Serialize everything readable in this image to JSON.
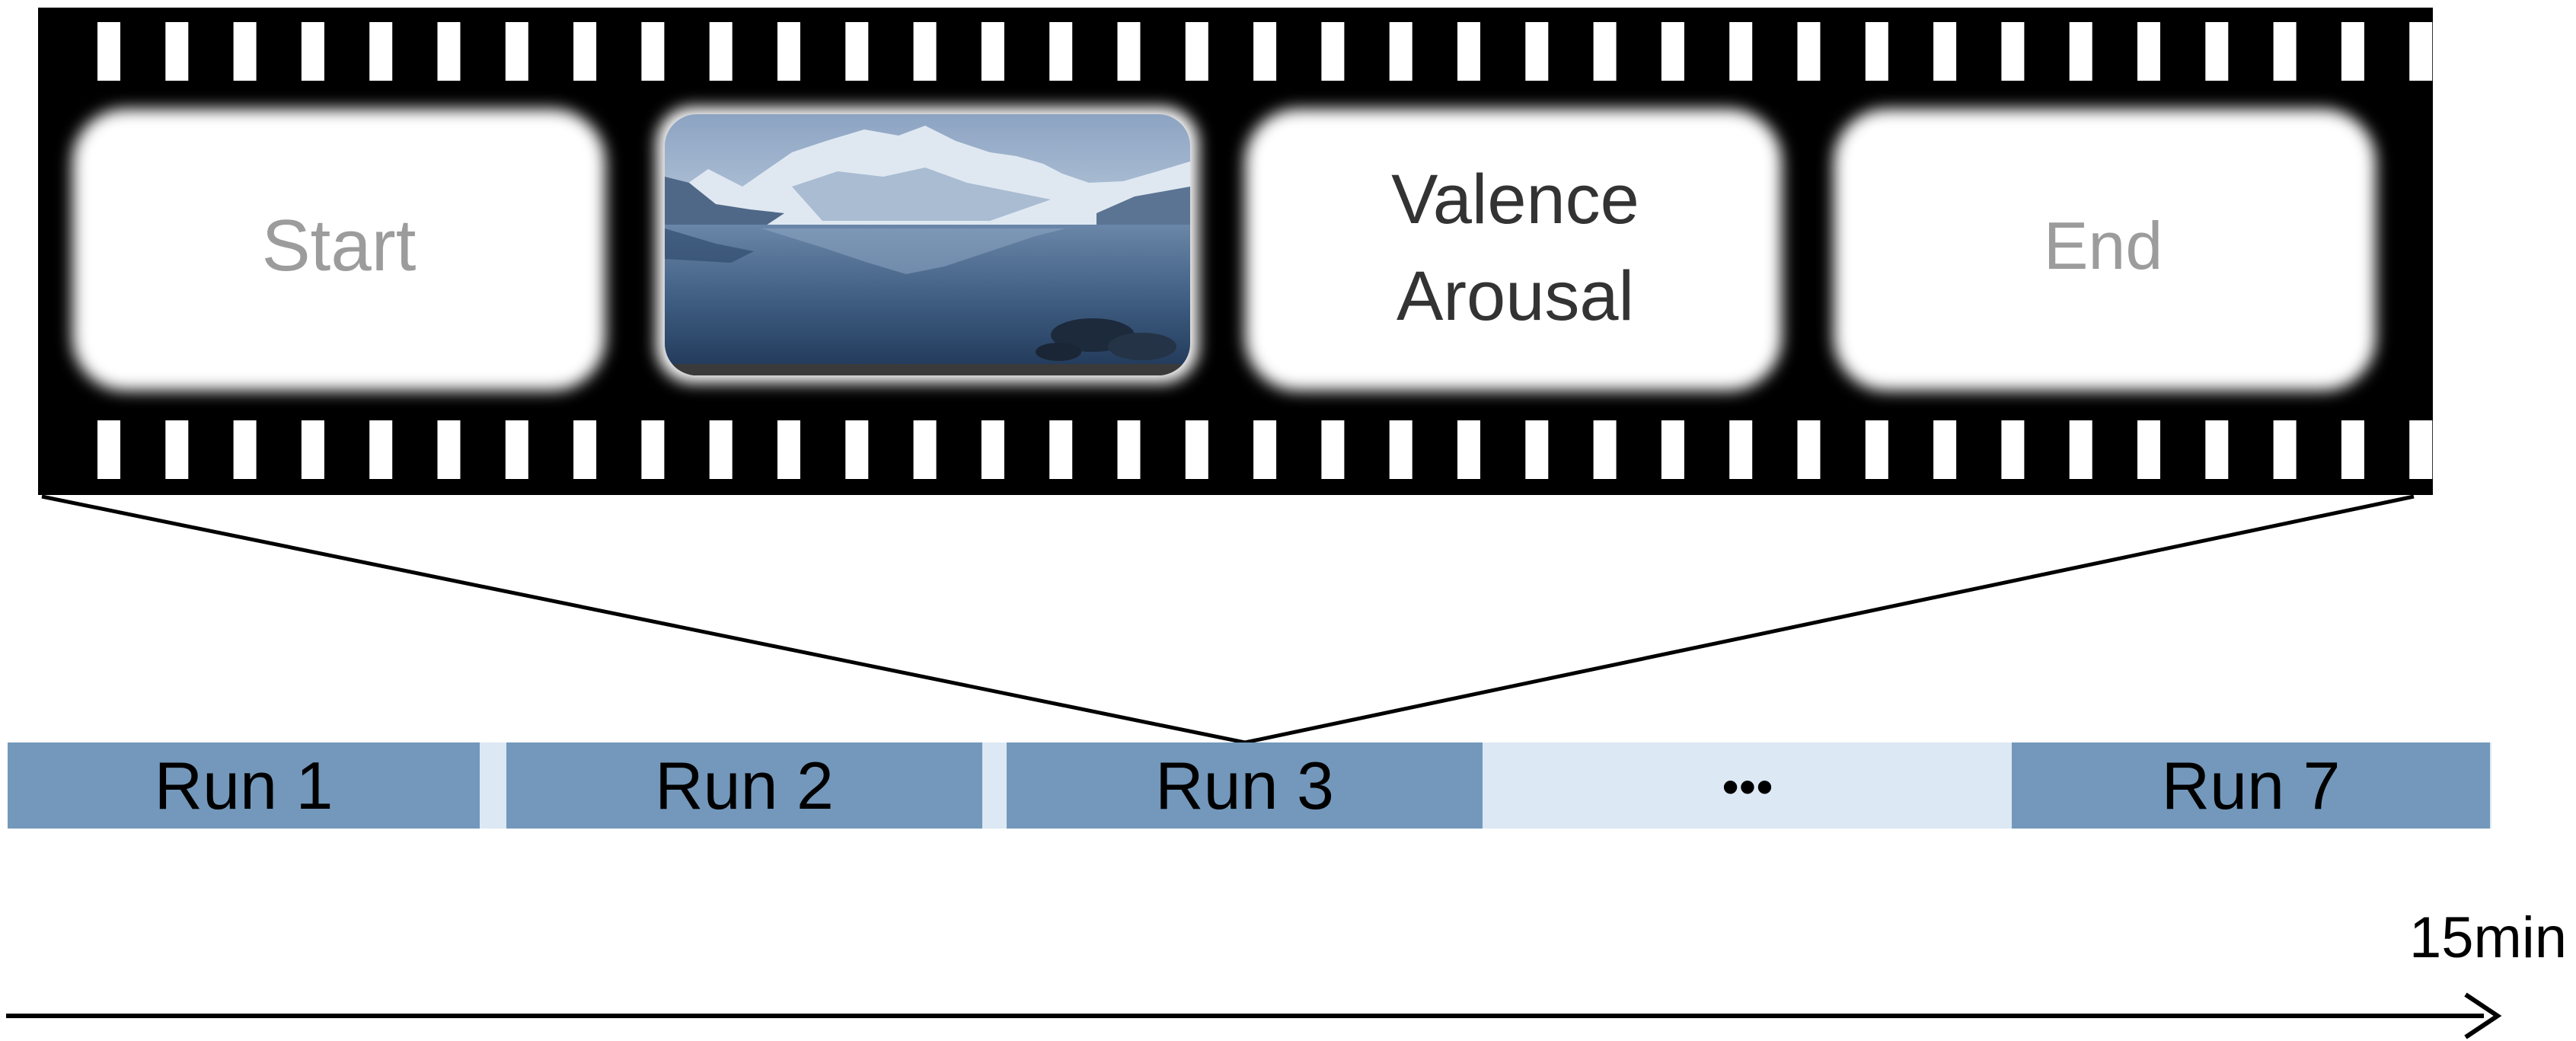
{
  "filmstrip": {
    "frames": [
      {
        "id": "start",
        "label_lines": [
          "Start"
        ],
        "kind": "text",
        "color": "#9c9c9c"
      },
      {
        "id": "stimulus",
        "label_lines": [],
        "kind": "image",
        "image_name": "mountain-lake-photo"
      },
      {
        "id": "rating",
        "label_lines": [
          "Valence",
          "Arousal"
        ],
        "kind": "text",
        "color": "#333333"
      },
      {
        "id": "end",
        "label_lines": [
          "End"
        ],
        "kind": "text",
        "color": "#9c9c9c"
      }
    ]
  },
  "runs": [
    {
      "label": "Run 1",
      "filled": true
    },
    {
      "label": "Run 2",
      "filled": true
    },
    {
      "label": "Run 3",
      "filled": true,
      "expanded": true
    },
    {
      "label": "•••",
      "filled": false
    },
    {
      "label": "Run 7",
      "filled": true
    }
  ],
  "timeline": {
    "duration_label": "15min"
  },
  "colors": {
    "run_fill": "#7398bb",
    "gap_fill": "#dce8f4",
    "film": "#000000",
    "frame_fill": "#ffffff"
  }
}
